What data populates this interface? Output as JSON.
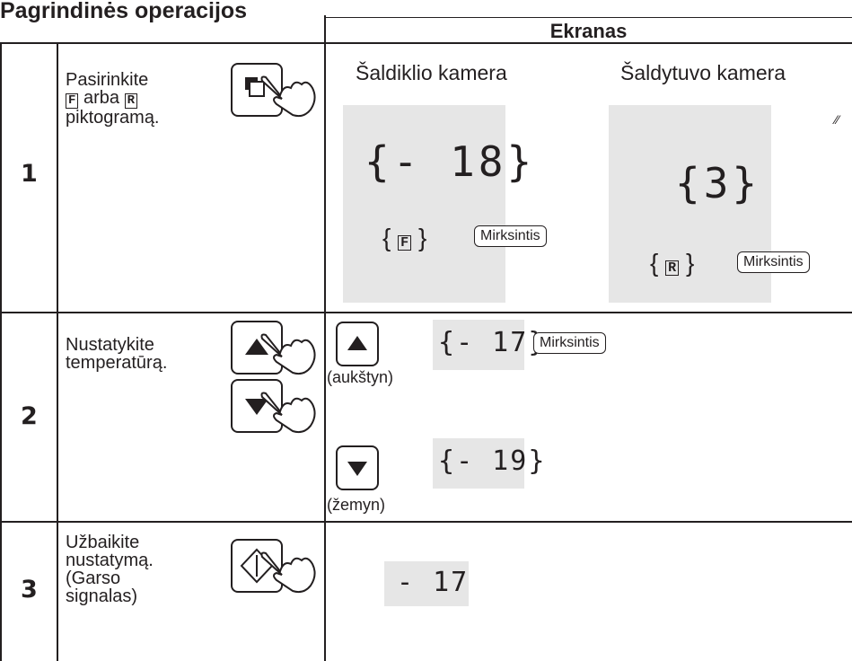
{
  "title": "Pagrindinės operacijos",
  "header": {
    "screen": "Ekranas"
  },
  "rows": [
    {
      "num": "1",
      "instruction": [
        "Pasirinkite",
        "arba",
        "piktogramą."
      ],
      "icon_f": "F",
      "icon_r": "R",
      "freezer": {
        "label": "Šaldiklio kamera",
        "value": "- 18",
        "icon": "F",
        "callout": "Mirksintis"
      },
      "fridge": {
        "label": "Šaldytuvo kamera",
        "value": "3",
        "icon": "R",
        "callout": "Mirksintis"
      }
    },
    {
      "num": "2",
      "instruction": [
        "Nustatykite",
        "temperatūrą."
      ],
      "up": {
        "value": "- 17",
        "caption": "(aukštyn)",
        "callout": "Mirksintis"
      },
      "down": {
        "value": "- 19",
        "caption": "(žemyn)"
      }
    },
    {
      "num": "3",
      "instruction": [
        "Užbaikite",
        "nustatymą.",
        "(Garso",
        "signalas)"
      ],
      "result": "- 17"
    }
  ]
}
